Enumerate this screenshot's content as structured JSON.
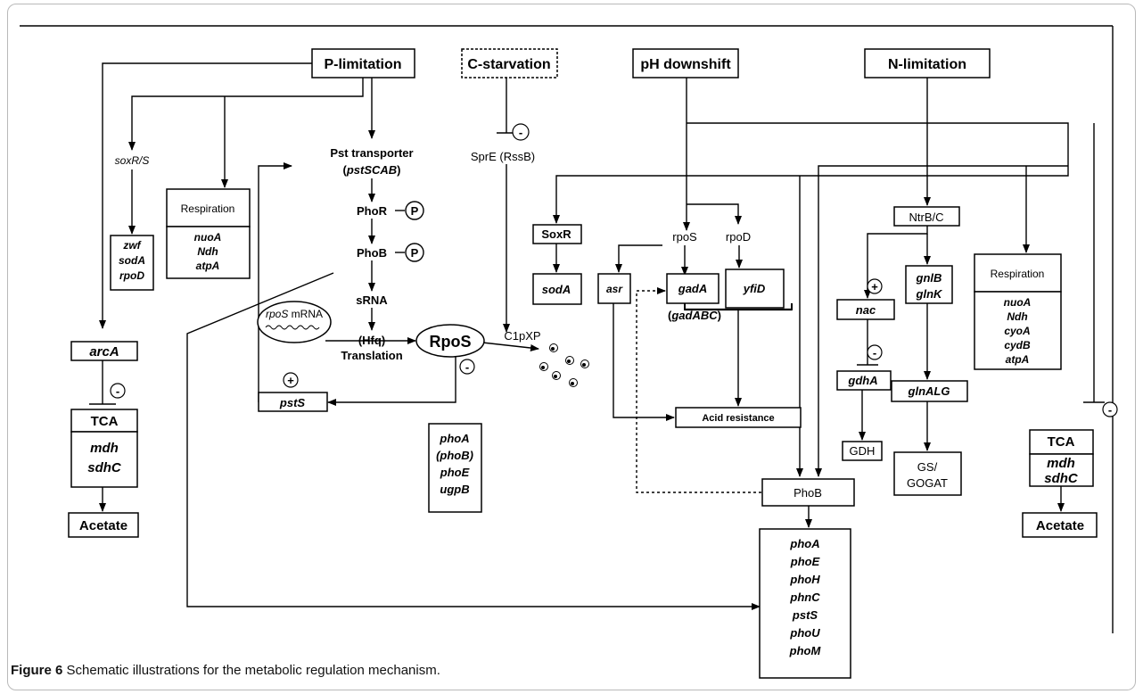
{
  "stress_signals": {
    "p_limitation": "P-limitation",
    "c_starvation": "C-starvation",
    "ph_downshift": "pH downshift",
    "n_limitation": "N-limitation"
  },
  "p_branch": {
    "soxrs": "soxR/S",
    "soxrs_targets": [
      "zwf",
      "sodA",
      "rpoD"
    ],
    "respiration_title": "Respiration",
    "respiration_genes": [
      "nuoA",
      "Ndh",
      "atpA"
    ],
    "arca": "arcA",
    "tca": "TCA",
    "tca_genes": [
      "mdh",
      "sdhC"
    ],
    "acetate": "Acetate"
  },
  "pho_system": {
    "pst_transporter": "Pst transporter",
    "pst_genes_open": "(",
    "pst_genes": "pstSCAB",
    "pst_genes_close": ")",
    "phor": "PhoR",
    "phob": "PhoB",
    "phospho": "P",
    "srna": "sRNA",
    "hfq": "(Hfq)",
    "translation": "Translation",
    "rpos_mrna_gene": "rpoS",
    "rpos_mrna_suffix": " mRNA",
    "rpos": "RpoS",
    "psts": "pstS",
    "pho_targets": [
      "phoA",
      "(phoB)",
      "phoE",
      "ugpB"
    ]
  },
  "c_branch": {
    "spre": "SprE (RssB)",
    "clpxp": "C1pXP"
  },
  "ph_branch": {
    "soxr": "SoxR",
    "soda": "sodA",
    "rpos_gene": "rpoS",
    "rpod": "rpoD",
    "asr": "asr",
    "gada": "gadA",
    "gadabc_open": "(",
    "gadabc": "gadABC",
    "gadabc_close": ")",
    "yfid": "yfiD",
    "acid_resistance": "Acid resistance",
    "phob": "PhoB",
    "phob_targets": [
      "phoA",
      "phoE",
      "phoH",
      "phnC",
      "pstS",
      "phoU",
      "phoM"
    ]
  },
  "n_branch": {
    "ntrbc": "NtrB/C",
    "nac": "nac",
    "gnlb": "gnlB",
    "glnk": "glnK",
    "gdha": "gdhA",
    "glnalg": "glnALG",
    "gdh": "GDH",
    "gs_gogat": [
      "GS/",
      "GOGAT"
    ],
    "respiration_title": "Respiration",
    "respiration_genes": [
      "nuoA",
      "Ndh",
      "cyoA",
      "cydB",
      "atpA"
    ],
    "tca": "TCA",
    "tca_genes": [
      "mdh",
      "sdhC"
    ],
    "acetate": "Acetate"
  },
  "signs": {
    "plus": "+",
    "minus": "-"
  },
  "caption": {
    "label": "Figure 6",
    "text": " Schematic illustrations for the metabolic regulation mechanism",
    "period": "."
  }
}
